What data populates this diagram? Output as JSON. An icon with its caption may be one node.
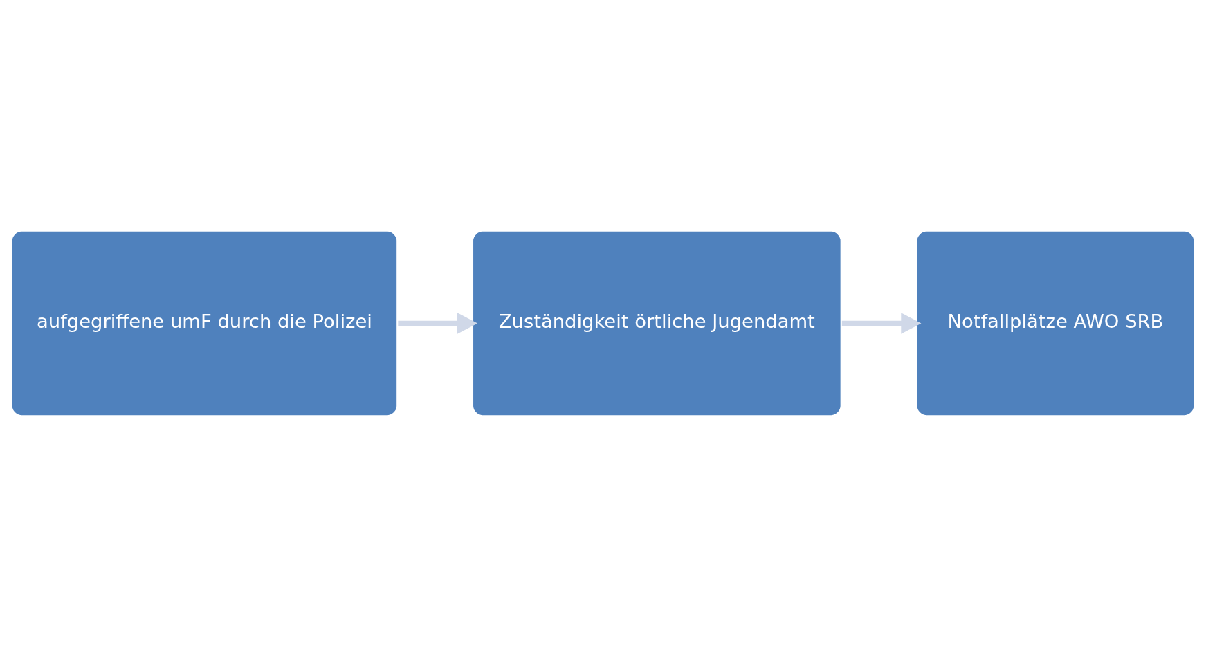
{
  "diagram": {
    "nodes": [
      {
        "text": [
          "aufgegriffene umF durch die Polizei"
        ]
      },
      {
        "text": [
          "Zuständigkeit örtliche Jugendamt"
        ]
      },
      {
        "text": [
          "Notfallplätze AWO SRB"
        ]
      }
    ],
    "edges": [
      {
        "from": 0,
        "to": 1,
        "arrow": "to",
        "color": "#d0d8e8"
      },
      {
        "from": 1,
        "to": 2,
        "arrow": "to",
        "color": "#d0d8e8"
      }
    ]
  }
}
